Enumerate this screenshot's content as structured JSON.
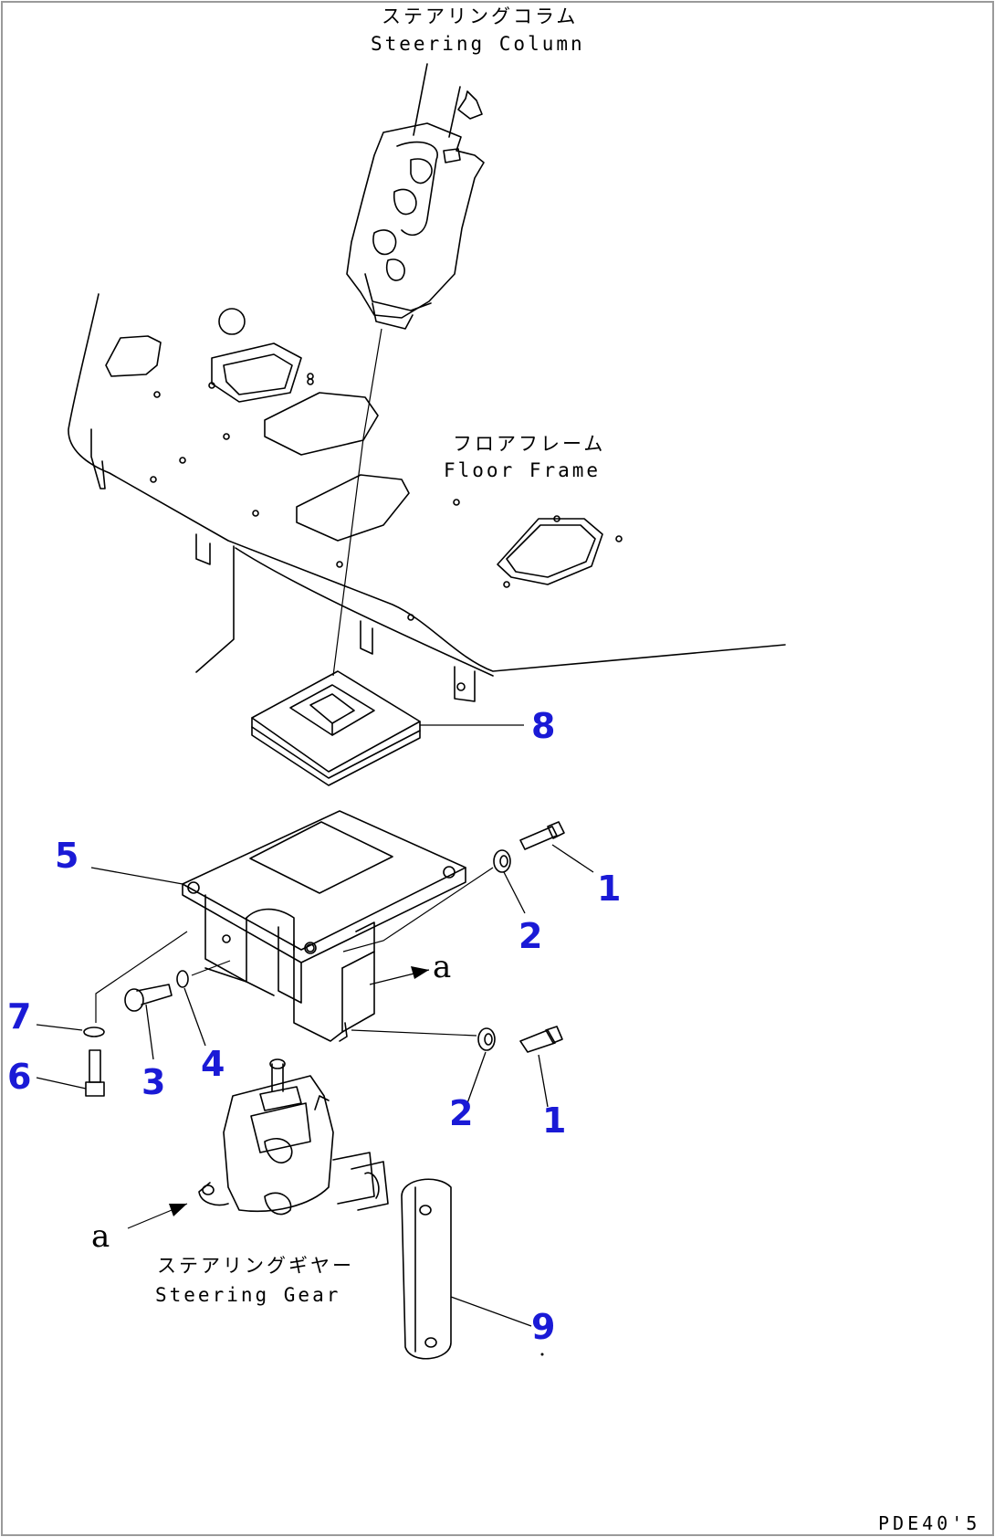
{
  "labels": {
    "steering_column_jp": "ステアリングコラム",
    "steering_column_en": "Steering Column",
    "floor_frame_jp": "フロアフレーム",
    "floor_frame_en": "Floor Frame",
    "steering_gear_jp": "ステアリングギヤー",
    "steering_gear_en": "Steering Gear",
    "view_letter": "a",
    "drawing_code": "PDE40'5"
  },
  "callouts": {
    "c1_upper": "1",
    "c2_upper": "2",
    "c1_lower": "1",
    "c2_lower": "2",
    "c3": "3",
    "c4": "4",
    "c5": "5",
    "c6": "6",
    "c7": "7",
    "c8": "8",
    "c9": "9"
  },
  "colors": {
    "callout": "#1a1ad6",
    "line": "#000000",
    "background": "#ffffff"
  }
}
